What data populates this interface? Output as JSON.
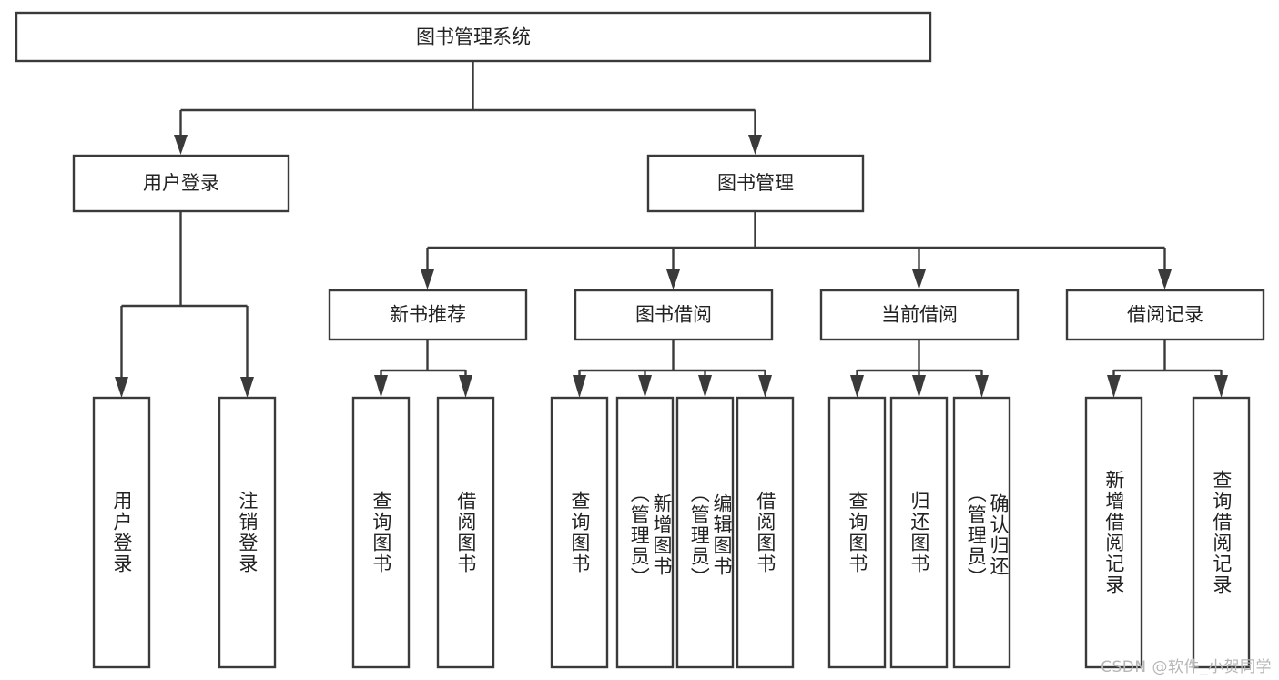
{
  "diagram": {
    "title": "图书管理系统",
    "type": "tree",
    "orientation": "top-down",
    "colors": {
      "box_stroke": "#3a3a3a",
      "box_fill": "#ffffff",
      "text": "#222222",
      "background": "#ffffff",
      "watermark": "#b6b6b6"
    },
    "levels": {
      "level1": [
        "图书管理系统"
      ],
      "level2": [
        "用户登录",
        "图书管理"
      ],
      "level3": [
        "新书推荐",
        "图书借阅",
        "当前借阅",
        "借阅记录"
      ],
      "level4": [
        "用户登录",
        "注销登录",
        "查询图书",
        "借阅图书",
        "查询图书",
        "新增图书（管理员）",
        "编辑图书（管理员）",
        "借阅图书",
        "查询图书",
        "归还图书",
        "确认归还（管理员）",
        "新增借阅记录",
        "查询借阅记录"
      ]
    },
    "nodes": {
      "root": {
        "label": "图书管理系统"
      },
      "user_login": {
        "label": "用户登录"
      },
      "book_manage": {
        "label": "图书管理"
      },
      "new_book_rec": {
        "label": "新书推荐"
      },
      "book_borrow": {
        "label": "图书借阅"
      },
      "current_borrow": {
        "label": "当前借阅"
      },
      "borrow_record": {
        "label": "借阅记录"
      },
      "leaf_user_login": {
        "label": "用户登录"
      },
      "leaf_logout": {
        "label": "注销登录"
      },
      "leaf_query_book_1": {
        "label": "查询图书"
      },
      "leaf_borrow_book_1": {
        "label": "借阅图书"
      },
      "leaf_query_book_2": {
        "label": "查询图书"
      },
      "leaf_add_book": {
        "label": "新增图书\n（管理员）"
      },
      "leaf_edit_book": {
        "label": "编辑图书\n（管理员）"
      },
      "leaf_borrow_book_2": {
        "label": "借阅图书"
      },
      "leaf_query_book_3": {
        "label": "查询图书"
      },
      "leaf_return_book": {
        "label": "归还图书"
      },
      "leaf_confirm_return": {
        "label": "确认归还\n（管理员）"
      },
      "leaf_add_record": {
        "label": "新增借阅记录"
      },
      "leaf_query_record": {
        "label": "查询借阅记录"
      }
    },
    "edges": [
      {
        "from": "root",
        "to": "user_login"
      },
      {
        "from": "root",
        "to": "book_manage"
      },
      {
        "from": "user_login",
        "to": "leaf_user_login"
      },
      {
        "from": "user_login",
        "to": "leaf_logout"
      },
      {
        "from": "book_manage",
        "to": "new_book_rec"
      },
      {
        "from": "book_manage",
        "to": "book_borrow"
      },
      {
        "from": "book_manage",
        "to": "current_borrow"
      },
      {
        "from": "book_manage",
        "to": "borrow_record"
      },
      {
        "from": "new_book_rec",
        "to": "leaf_query_book_1"
      },
      {
        "from": "new_book_rec",
        "to": "leaf_borrow_book_1"
      },
      {
        "from": "book_borrow",
        "to": "leaf_query_book_2"
      },
      {
        "from": "book_borrow",
        "to": "leaf_add_book"
      },
      {
        "from": "book_borrow",
        "to": "leaf_edit_book"
      },
      {
        "from": "book_borrow",
        "to": "leaf_borrow_book_2"
      },
      {
        "from": "current_borrow",
        "to": "leaf_query_book_3"
      },
      {
        "from": "current_borrow",
        "to": "leaf_return_book"
      },
      {
        "from": "current_borrow",
        "to": "leaf_confirm_return"
      },
      {
        "from": "borrow_record",
        "to": "leaf_add_record"
      },
      {
        "from": "borrow_record",
        "to": "leaf_query_record"
      }
    ]
  },
  "watermark": {
    "text": "CSDN @软件_小贺同学"
  }
}
